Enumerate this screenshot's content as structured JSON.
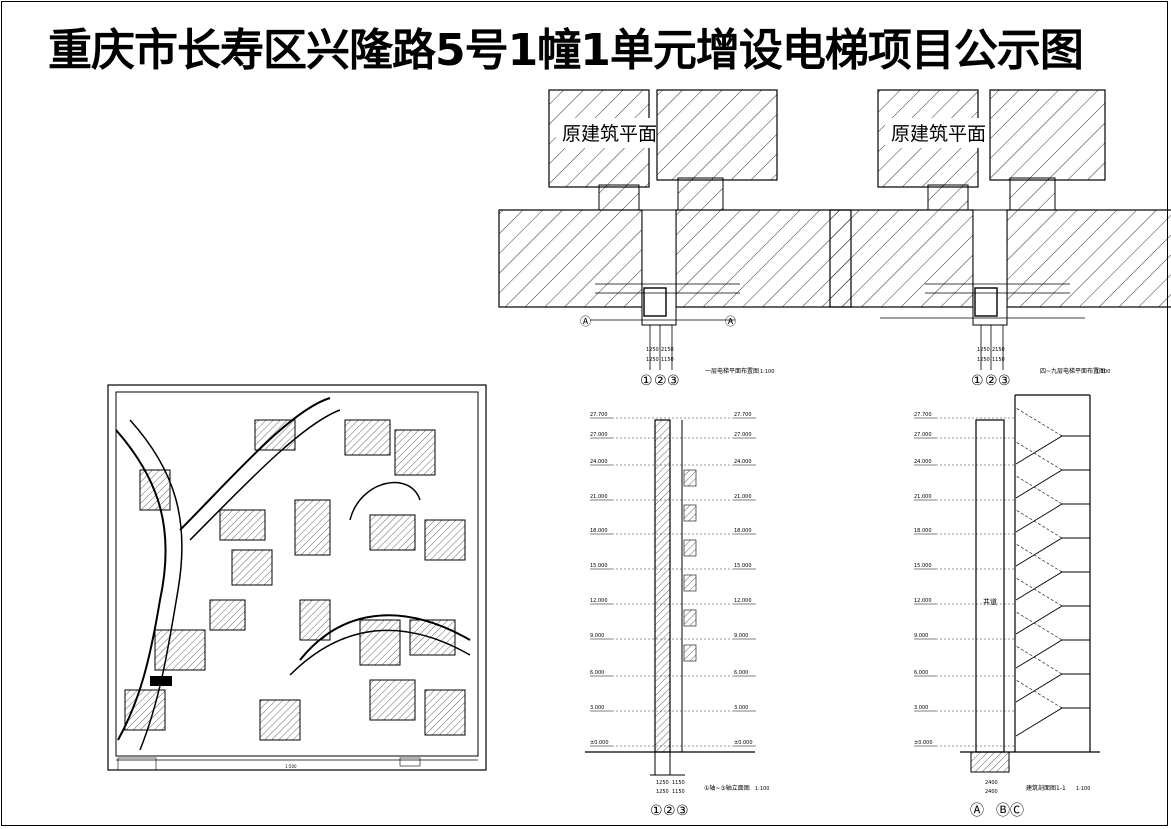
{
  "title": "重庆市长寿区兴隆路5号1幢1单元增设电梯项目公示图",
  "plan_labels": {
    "original_building": "原建筑平面",
    "floor1_caption": "一层电梯平面布置图",
    "floor4_9_caption": "四~九层电梯平面布置图",
    "elevation_caption": "①轴~③轴立面图",
    "section_caption": "建筑剖面图1-1",
    "scale": "1:100",
    "shaft_label": "井道",
    "site_scale": "1:500"
  },
  "axes": {
    "numbers": [
      "①",
      "②",
      "③"
    ],
    "letters": [
      "Ⓐ",
      "Ⓑ",
      "Ⓒ"
    ],
    "bc_label": "ⒷⒸ"
  },
  "dims": {
    "plan": [
      "1250",
      "2150",
      "1250",
      "1150"
    ],
    "elevation": [
      "1250",
      "1150",
      "1250",
      "1150"
    ],
    "section": [
      "2400",
      "2400"
    ]
  },
  "levels": [
    "27.700",
    "27.000",
    "24.000",
    "21.000",
    "18.000",
    "15.000",
    "12.000",
    "9.000",
    "6.000",
    "3.000",
    "±0.000"
  ]
}
